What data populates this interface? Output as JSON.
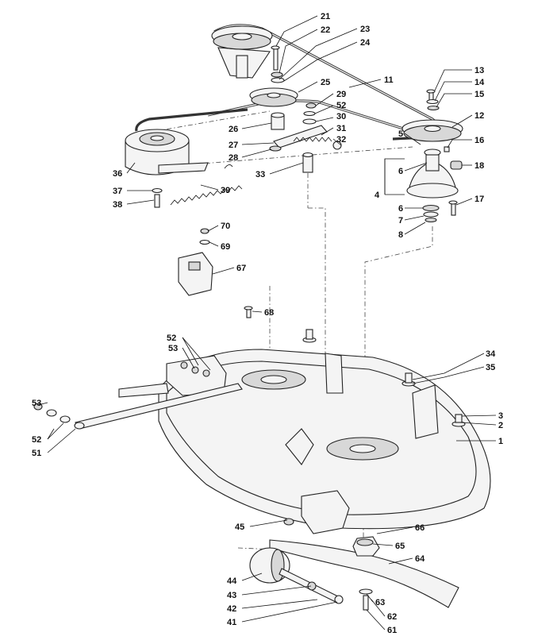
{
  "diagram": {
    "labels": [
      {
        "id": "1",
        "text": "1"
      },
      {
        "id": "2",
        "text": "2"
      },
      {
        "id": "3",
        "text": "3"
      },
      {
        "id": "4",
        "text": "4"
      },
      {
        "id": "5",
        "text": "5"
      },
      {
        "id": "6a",
        "text": "6"
      },
      {
        "id": "6b",
        "text": "6"
      },
      {
        "id": "7",
        "text": "7"
      },
      {
        "id": "8",
        "text": "8"
      },
      {
        "id": "11",
        "text": "11"
      },
      {
        "id": "12",
        "text": "12"
      },
      {
        "id": "13",
        "text": "13"
      },
      {
        "id": "14",
        "text": "14"
      },
      {
        "id": "15",
        "text": "15"
      },
      {
        "id": "16",
        "text": "16"
      },
      {
        "id": "17",
        "text": "17"
      },
      {
        "id": "18",
        "text": "18"
      },
      {
        "id": "21",
        "text": "21"
      },
      {
        "id": "22",
        "text": "22"
      },
      {
        "id": "23",
        "text": "23"
      },
      {
        "id": "24",
        "text": "24"
      },
      {
        "id": "25",
        "text": "25"
      },
      {
        "id": "26",
        "text": "26"
      },
      {
        "id": "27",
        "text": "27"
      },
      {
        "id": "28",
        "text": "28"
      },
      {
        "id": "29",
        "text": "29"
      },
      {
        "id": "30",
        "text": "30"
      },
      {
        "id": "31",
        "text": "31"
      },
      {
        "id": "32",
        "text": "32"
      },
      {
        "id": "33",
        "text": "33"
      },
      {
        "id": "34",
        "text": "34"
      },
      {
        "id": "35",
        "text": "35"
      },
      {
        "id": "36",
        "text": "36"
      },
      {
        "id": "37",
        "text": "37"
      },
      {
        "id": "38",
        "text": "38"
      },
      {
        "id": "39",
        "text": "39"
      },
      {
        "id": "41",
        "text": "41"
      },
      {
        "id": "42",
        "text": "42"
      },
      {
        "id": "43",
        "text": "43"
      },
      {
        "id": "44",
        "text": "44"
      },
      {
        "id": "45",
        "text": "45"
      },
      {
        "id": "51",
        "text": "51"
      },
      {
        "id": "52a",
        "text": "52"
      },
      {
        "id": "52b",
        "text": "52"
      },
      {
        "id": "52c",
        "text": "52"
      },
      {
        "id": "53a",
        "text": "53"
      },
      {
        "id": "53b",
        "text": "53"
      },
      {
        "id": "61",
        "text": "61"
      },
      {
        "id": "62",
        "text": "62"
      },
      {
        "id": "63",
        "text": "63"
      },
      {
        "id": "64",
        "text": "64"
      },
      {
        "id": "65",
        "text": "65"
      },
      {
        "id": "66",
        "text": "66"
      },
      {
        "id": "67",
        "text": "67"
      },
      {
        "id": "68",
        "text": "68"
      },
      {
        "id": "69",
        "text": "69"
      },
      {
        "id": "70",
        "text": "70"
      }
    ]
  }
}
